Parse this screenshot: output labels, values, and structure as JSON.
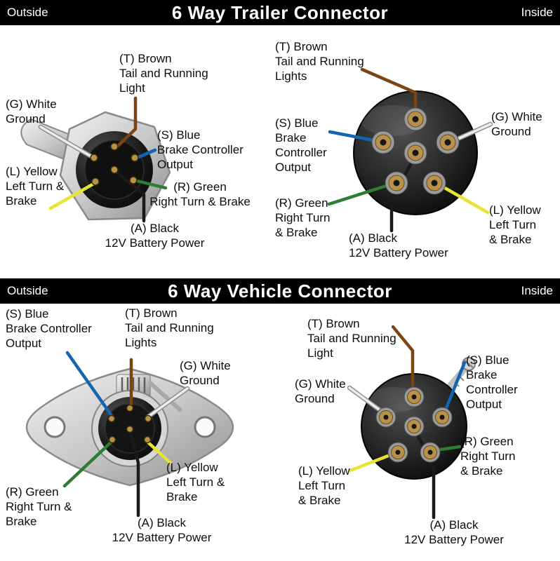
{
  "colors": {
    "header_bg": "#000000",
    "brown": "#7a4413",
    "white": "#ededed",
    "blue": "#1464b4",
    "yellow": "#e8e432",
    "green": "#2e7d32",
    "black": "#1a1a1a",
    "brass": "#b9914a"
  },
  "headers": [
    {
      "left": "Outside",
      "title": "6 Way Trailer Connector",
      "right": "Inside"
    },
    {
      "left": "Outside",
      "title": "6 Way Vehicle Connector",
      "right": "Inside"
    }
  ],
  "trailer": {
    "outside": {
      "t": "(T) Brown\nTail and Running\nLight",
      "g": "(G) White\nGround",
      "s": "(S) Blue\nBrake Controller\nOutput",
      "l": "(L) Yellow\nLeft Turn &\nBrake",
      "r": "(R) Green\nRight Turn & Brake",
      "a": "(A) Black\n12V Battery Power"
    },
    "inside": {
      "t": "(T) Brown\nTail and Running\nLights",
      "s": "(S) Blue\nBrake\nController\nOutput",
      "g": "(G) White\nGround",
      "r": "(R) Green\nRight Turn\n& Brake",
      "l": "(L) Yellow\nLeft Turn\n& Brake",
      "a": "(A) Black\n12V Battery Power"
    }
  },
  "vehicle": {
    "outside": {
      "s": "(S) Blue\nBrake Controller\nOutput",
      "t": "(T) Brown\nTail and Running\nLights",
      "g": "(G) White\nGround",
      "l": "(L) Yellow\nLeft Turn &\nBrake",
      "r": "(R) Green\nRight Turn &\nBrake",
      "a": "(A) Black\n12V Battery Power"
    },
    "inside": {
      "t": "(T) Brown\nTail and Running\nLight",
      "s": "(S) Blue\nBrake\nController\nOutput",
      "g": "(G) White\nGround",
      "r": "(R) Green\nRight Turn\n& Brake",
      "l": "(L) Yellow\nLeft Turn\n& Brake",
      "a": "(A) Black\n12V Battery Power"
    }
  }
}
